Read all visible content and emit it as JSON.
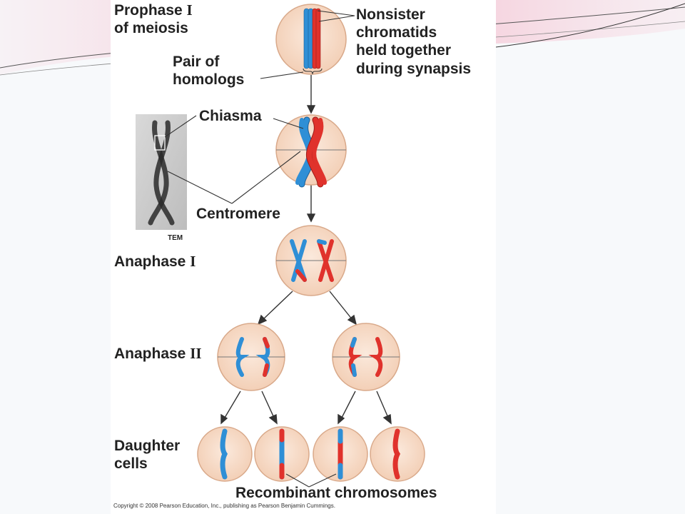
{
  "labels": {
    "prophase_1": "Prophase",
    "prophase_2": "of meiosis",
    "roman_one": "I",
    "pair_1": "Pair of",
    "pair_2": "homologs",
    "nonsister_1": "Nonsister",
    "nonsister_2": "chromatids",
    "nonsister_3": "held together",
    "nonsister_4": "during synapsis",
    "chiasma": "Chiasma",
    "centromere": "Centromere",
    "tem": "TEM",
    "anaphase": "Anaphase",
    "roman_two": "II",
    "daughter_1": "Daughter",
    "daughter_2": "cells",
    "recombinant": "Recombinant chromosomes",
    "copyright": "Copyright © 2008 Pearson Education, Inc., publishing as Pearson Benjamin Cummings."
  },
  "colors": {
    "maternal": "#2f8fd6",
    "paternal": "#e0322c",
    "cell_fill": "#f6d9c4",
    "cell_edge": "#d9a98a",
    "accent_pink": "#f08ca8"
  }
}
